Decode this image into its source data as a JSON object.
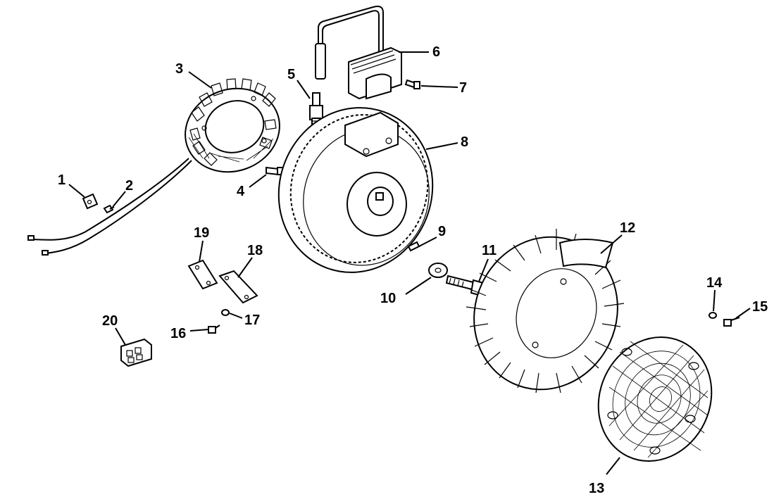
{
  "callouts": [
    {
      "id": "1",
      "text": "1"
    },
    {
      "id": "2",
      "text": "2"
    },
    {
      "id": "3",
      "text": "3"
    },
    {
      "id": "4",
      "text": "4"
    },
    {
      "id": "5",
      "text": "5"
    },
    {
      "id": "6",
      "text": "6"
    },
    {
      "id": "7",
      "text": "7"
    },
    {
      "id": "8",
      "text": "8"
    },
    {
      "id": "9",
      "text": "9"
    },
    {
      "id": "10",
      "text": "10"
    },
    {
      "id": "11",
      "text": "11"
    },
    {
      "id": "12",
      "text": "12"
    },
    {
      "id": "13",
      "text": "13"
    },
    {
      "id": "14",
      "text": "14"
    },
    {
      "id": "15",
      "text": "15"
    },
    {
      "id": "16",
      "text": "16"
    },
    {
      "id": "17",
      "text": "17"
    },
    {
      "id": "18",
      "text": "18"
    },
    {
      "id": "19",
      "text": "19"
    },
    {
      "id": "20",
      "text": "20"
    }
  ],
  "colors": {
    "ink": "#000000",
    "paper": "#ffffff"
  }
}
